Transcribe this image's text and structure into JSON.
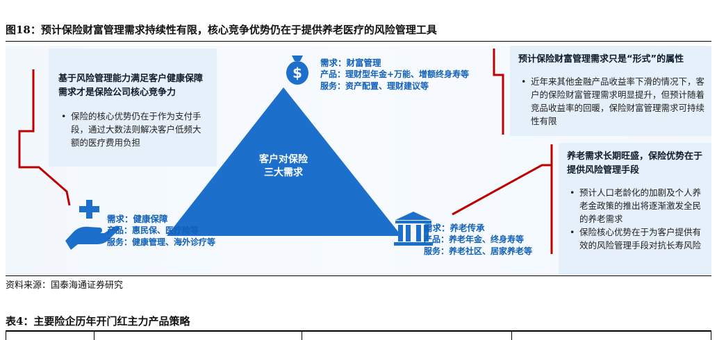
{
  "figure": {
    "title": "图18：预计保险财富管理需求持续性有限，核心竞争优势仍在于提供养老医疗的风险管理工具"
  },
  "diagram": {
    "center": {
      "line1": "客户对保险",
      "line2": "三大需求"
    },
    "wealth": {
      "need": "需求：财富管理",
      "product": "产品：理财型年金+万能、增额终身寿等",
      "service": "服务：资产配置、理财建议等",
      "icon": "money-bag-icon"
    },
    "health": {
      "need": "需求：健康保障",
      "product": "产品：惠民保、医疗险等",
      "service": "服务：健康管理、海外诊疗等",
      "icon": "hand-cross-icon"
    },
    "elderly": {
      "need": "需求：养老传承",
      "product": "产品：养老年金、终身寿等",
      "service": "服务：养老社区、居家养老等",
      "icon": "bank-building-icon"
    },
    "left_box": {
      "heading": "基于风险管理能力满足客户健康保障需求才是保险公司核心竞争力",
      "bullet": "保险的核心优势仍在于作为支付手段，通过大数法则解决客户低频大额的医疗费用负担"
    },
    "top_right_box": {
      "heading": "预计保险财富管理需求只是“形式”的属性",
      "bullet": "近年来其他金融产品收益率下滑的情况下，客户的保险财富管理需求明显提升，但预计随着竞品收益率的回暖，保险财富管理需求可持续性有限"
    },
    "bottom_right_box": {
      "heading": "养老需求长期旺盛，保险优势在于提供风险管理手段",
      "bullet1": "预计人口老龄化的加剧及个人养老金政策的推出将逐渐激发全民的养老需求",
      "bullet2": "保险核心优势在于为客户提供有效的风险管理手段对抗长寿风险"
    }
  },
  "source": "资料来源：国泰海通证券研究",
  "table": {
    "title": "表4：主要险企历年开门红主力产品策略"
  },
  "colors": {
    "triangle": "#1c6fca",
    "accent_blue": "#1160b8",
    "connector_red": "#c00000",
    "box_bg": "#e6f0fa"
  }
}
